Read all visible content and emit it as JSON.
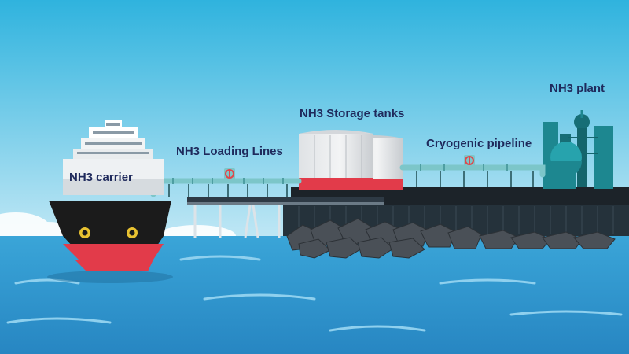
{
  "labels": {
    "nh3_plant": "NH3 plant",
    "storage_tanks": "NH3 Storage tanks",
    "cryogenic_pipeline": "Cryogenic pipeline",
    "loading_lines": "NH3 Loading Lines",
    "carrier": "NH3 carrier"
  },
  "colors": {
    "sky_top": "#2fb3de",
    "sky_bottom": "#c8eaf6",
    "sea": "#2f97cf",
    "label_text": "#1f2a5c",
    "hull": "#1b1b1b",
    "hull_stripe": "#e23b4a",
    "pipe": "#7cc6c9",
    "valve": "#e0474c",
    "plant": "#1d8790",
    "jetty": "#2e3a45"
  }
}
